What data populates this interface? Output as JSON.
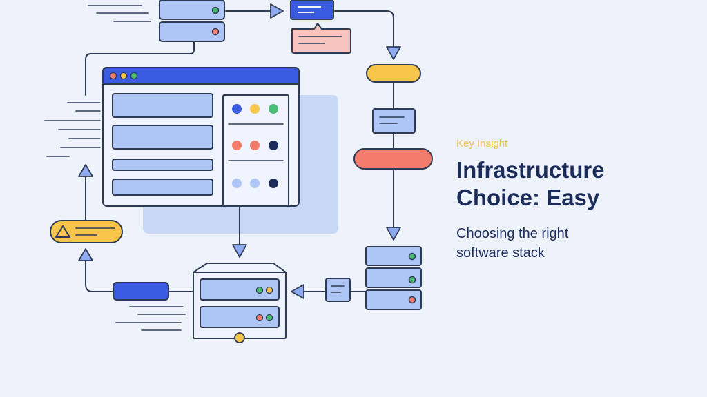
{
  "colors": {
    "background": "#edf2fb",
    "outline": "#2f3a55",
    "box_fill": "#aec6f5",
    "accent_blue": "#3a5be0",
    "accent_yellow": "#f6c54a",
    "accent_red": "#f47c6c",
    "accent_pink": "#f7c4c0",
    "accent_green": "#4bbf73",
    "navy": "#1c2c5b",
    "shadow": "#c9d8f7"
  },
  "icons": [
    "server-stack-icon",
    "browser-window-icon",
    "document-icon",
    "chat-bubble-icon",
    "warning-icon",
    "arrow-icon"
  ],
  "text_panel": {
    "eyebrow": "Key Insight",
    "headline": "Infrastructure\nChoice: Easy",
    "subtitle": "Choosing the right\nsoftware stack"
  }
}
